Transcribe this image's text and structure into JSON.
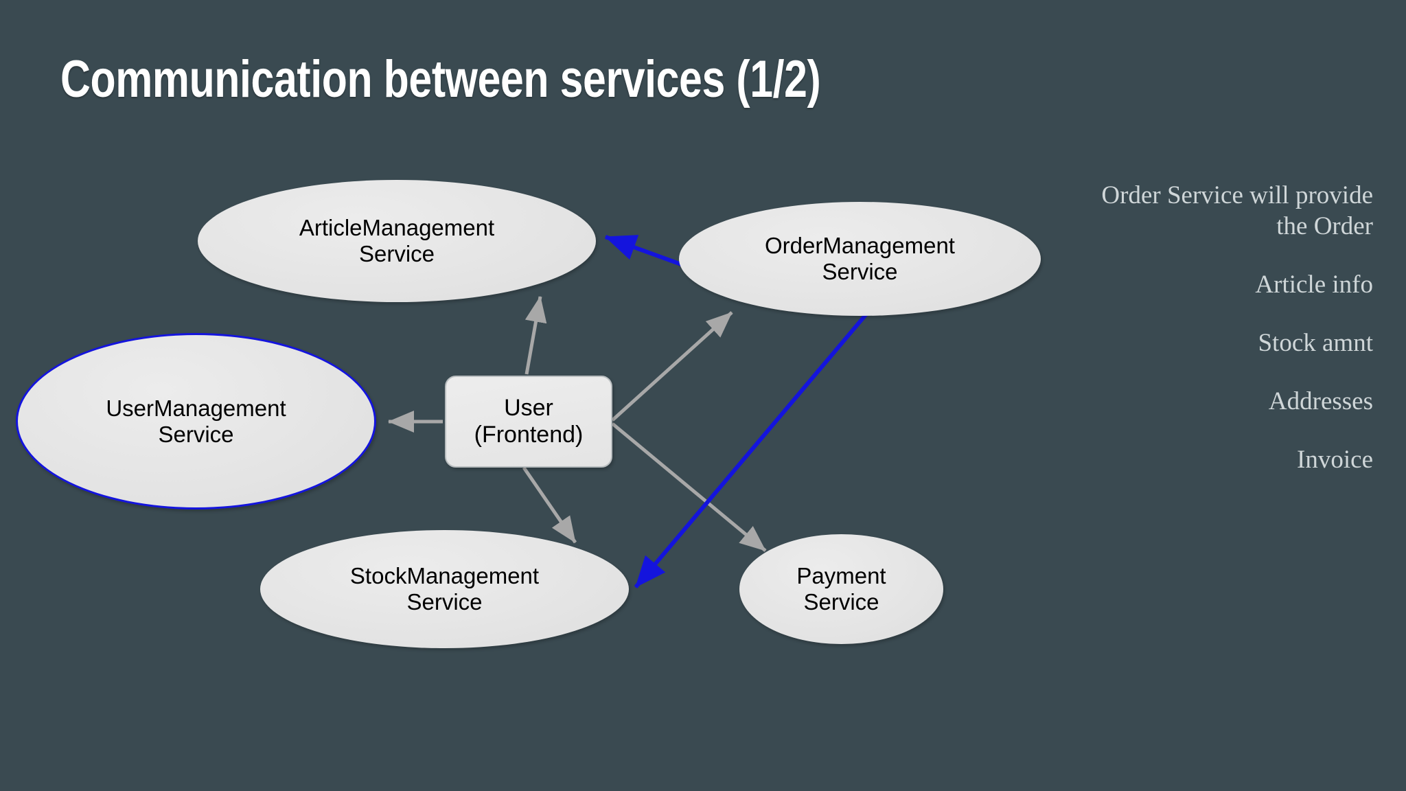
{
  "slide": {
    "title": "Communication between services (1/2)",
    "background_color": "#3a4a51",
    "title_color": "#ffffff"
  },
  "diagram": {
    "type": "node-edge-graph",
    "node_fill": "#e6e6e6",
    "node_text_color": "#000000",
    "highlight_color": "#1414dd",
    "default_edge_color": "#a8a8a8",
    "nodes": [
      {
        "id": "article",
        "label_line1": "ArticleManagement",
        "label_line2": "Service",
        "shape": "ellipse",
        "outlined": false
      },
      {
        "id": "order",
        "label_line1": "OrderManagement",
        "label_line2": "Service",
        "shape": "ellipse",
        "outlined": false
      },
      {
        "id": "user_mgmt",
        "label_line1": "UserManagement",
        "label_line2": "Service",
        "shape": "ellipse",
        "outlined": true
      },
      {
        "id": "frontend",
        "label_line1": "User",
        "label_line2": "(Frontend)",
        "shape": "rounded-rect",
        "outlined": false
      },
      {
        "id": "stock",
        "label_line1": "StockManagement",
        "label_line2": "Service",
        "shape": "ellipse",
        "outlined": false
      },
      {
        "id": "payment",
        "label_line1": "Payment",
        "label_line2": "Service",
        "shape": "ellipse",
        "outlined": false
      }
    ],
    "edges": [
      {
        "from": "frontend",
        "to": "article",
        "color": "#a8a8a8"
      },
      {
        "from": "frontend",
        "to": "order",
        "color": "#a8a8a8"
      },
      {
        "from": "frontend",
        "to": "user_mgmt",
        "color": "#a8a8a8"
      },
      {
        "from": "frontend",
        "to": "stock",
        "color": "#a8a8a8"
      },
      {
        "from": "frontend",
        "to": "payment",
        "color": "#a8a8a8"
      },
      {
        "from": "order",
        "to": "article",
        "color": "#1414dd"
      },
      {
        "from": "order",
        "to": "stock",
        "color": "#1414dd"
      }
    ]
  },
  "notes": {
    "heading": "Order Service will provide the Order",
    "items": [
      "Article info",
      "Stock amnt",
      "Addresses",
      "Invoice"
    ]
  }
}
